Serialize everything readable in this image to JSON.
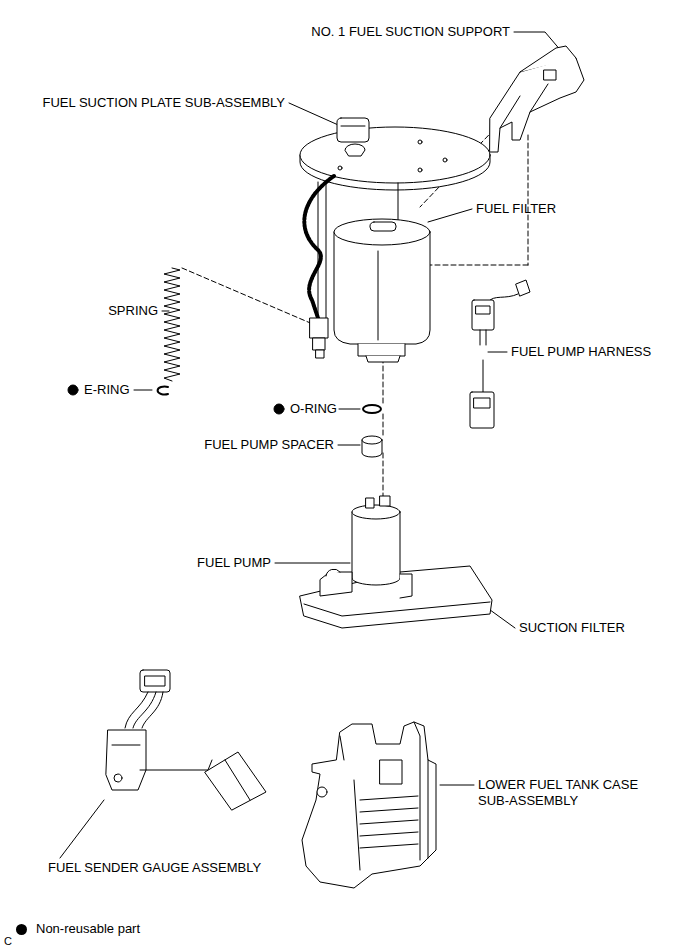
{
  "diagram": {
    "labels": [
      "NO. 1 FUEL SUCTION SUPPORT",
      "FUEL SUCTION PLATE SUB-ASSEMBLY",
      "FUEL FILTER",
      "SPRING",
      "E-RING",
      "FUEL PUMP HARNESS",
      "O-RING",
      "FUEL PUMP SPACER",
      "FUEL PUMP",
      "SUCTION FILTER",
      "FUEL SENDER GAUGE ASSEMBLY",
      "LOWER FUEL TANK CASE SUB-ASSEMBLY",
      "C"
    ],
    "legend": [
      {
        "text": "Non-reusable part",
        "color": "#000000"
      }
    ]
  }
}
